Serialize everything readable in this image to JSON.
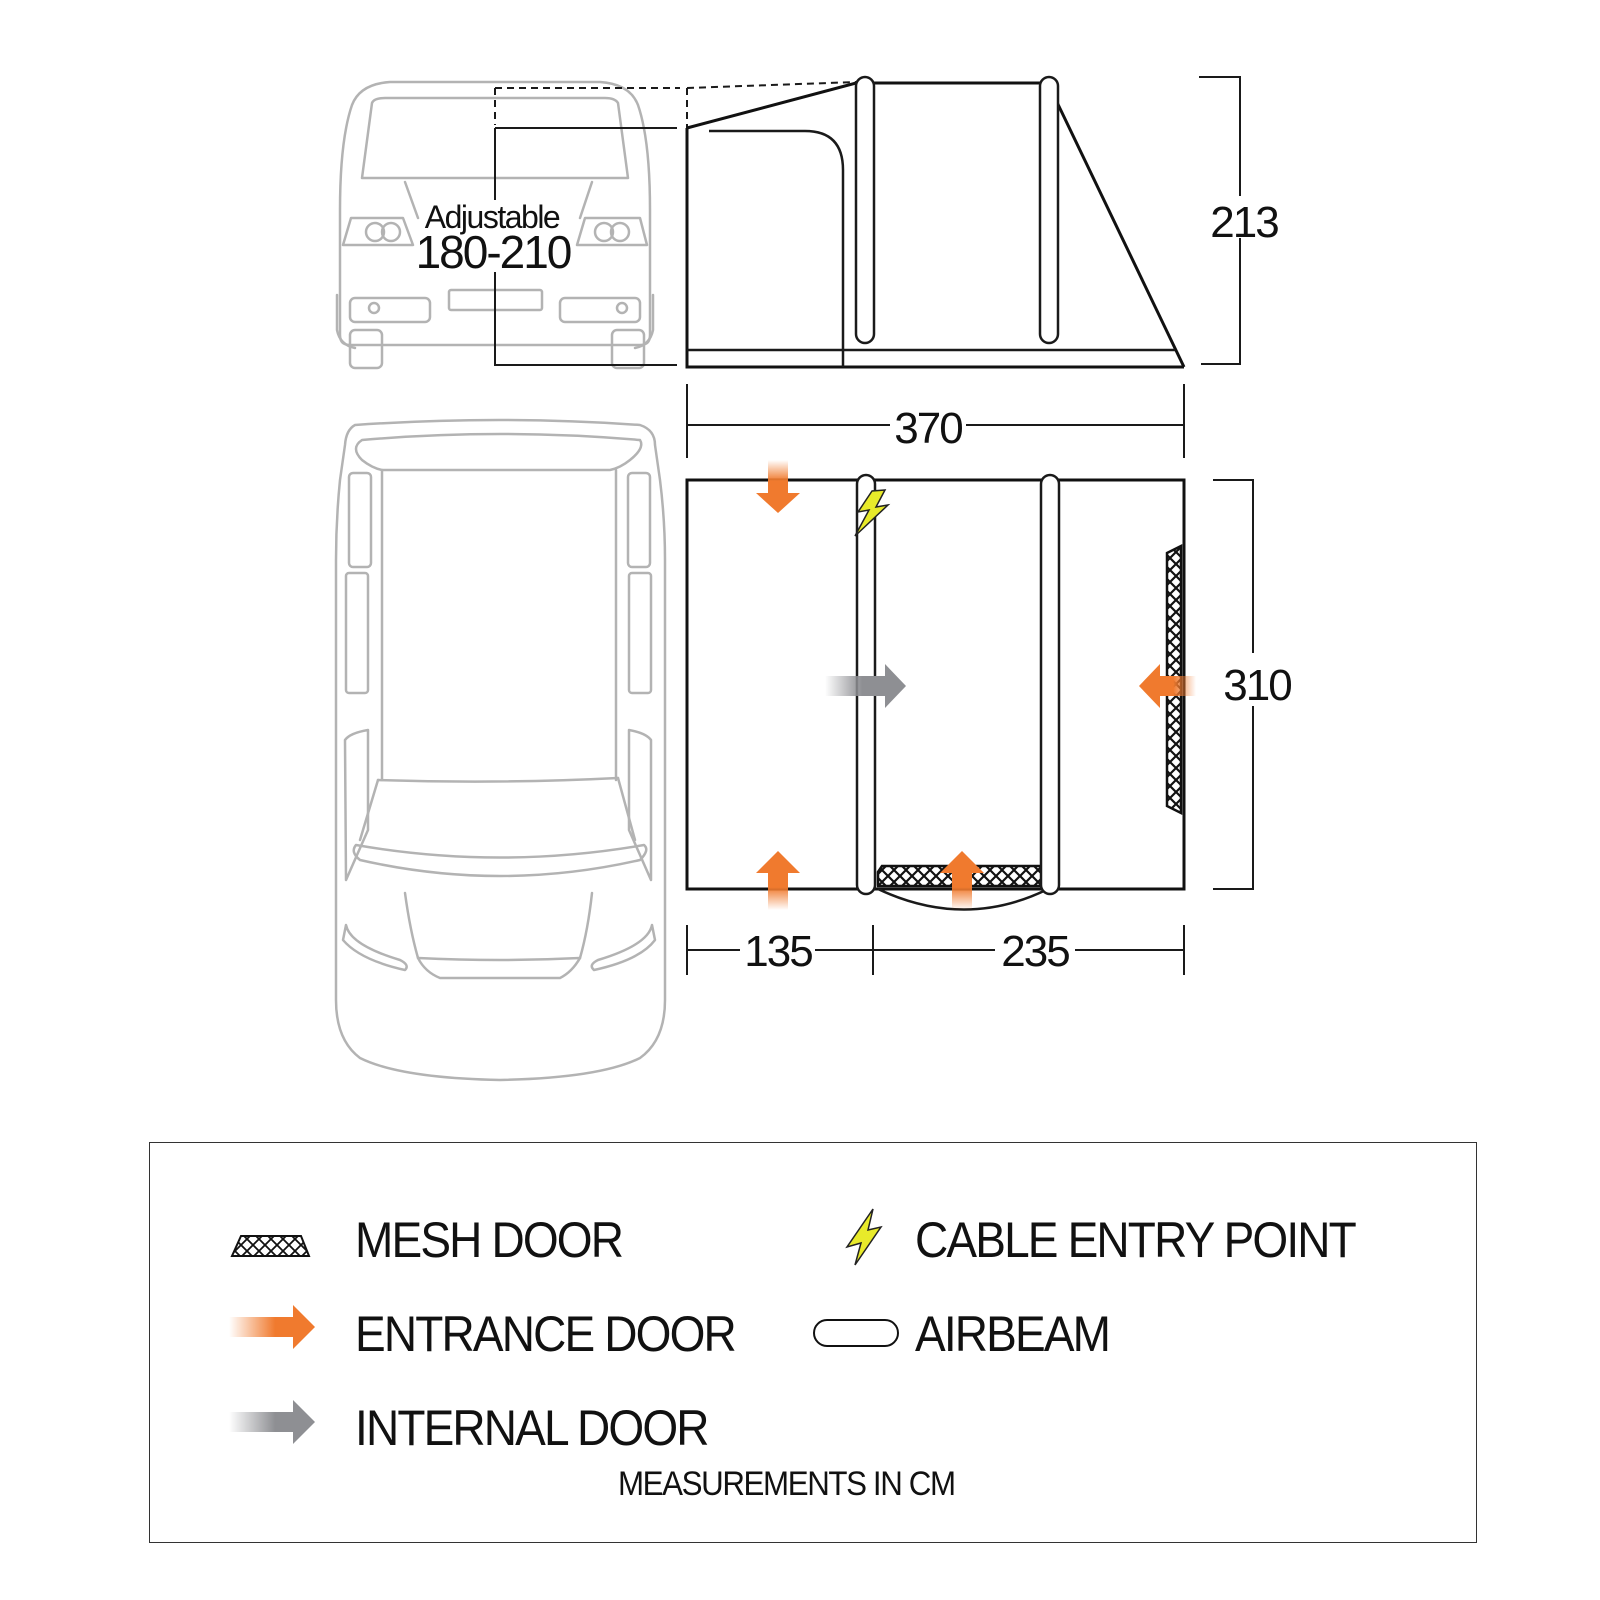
{
  "diagram": {
    "side_view": {
      "adjustable_label": "Adjustable",
      "adjustable_range": "180-210",
      "height": "213"
    },
    "top_view": {
      "total_width": "370",
      "depth": "310",
      "section_1_width": "135",
      "section_2_width": "235"
    }
  },
  "legend": {
    "items": [
      {
        "icon": "mesh-door-icon",
        "label": "MESH DOOR"
      },
      {
        "icon": "entrance-door-arrow-icon",
        "label": "ENTRANCE DOOR",
        "color": "#f07a2e"
      },
      {
        "icon": "internal-door-arrow-icon",
        "label": "INTERNAL DOOR",
        "color": "#8e8f93"
      },
      {
        "icon": "cable-entry-bolt-icon",
        "label": "CABLE ENTRY POINT",
        "color": "#e8ea2a"
      },
      {
        "icon": "airbeam-icon",
        "label": "AIRBEAM"
      }
    ],
    "note": "MEASUREMENTS IN CM"
  },
  "colors": {
    "entrance": "#f07a2e",
    "internal": "#8e8f93",
    "cable": "#e8ea2a",
    "van_outline": "#b3b3b3",
    "line": "#1a1a1a"
  }
}
